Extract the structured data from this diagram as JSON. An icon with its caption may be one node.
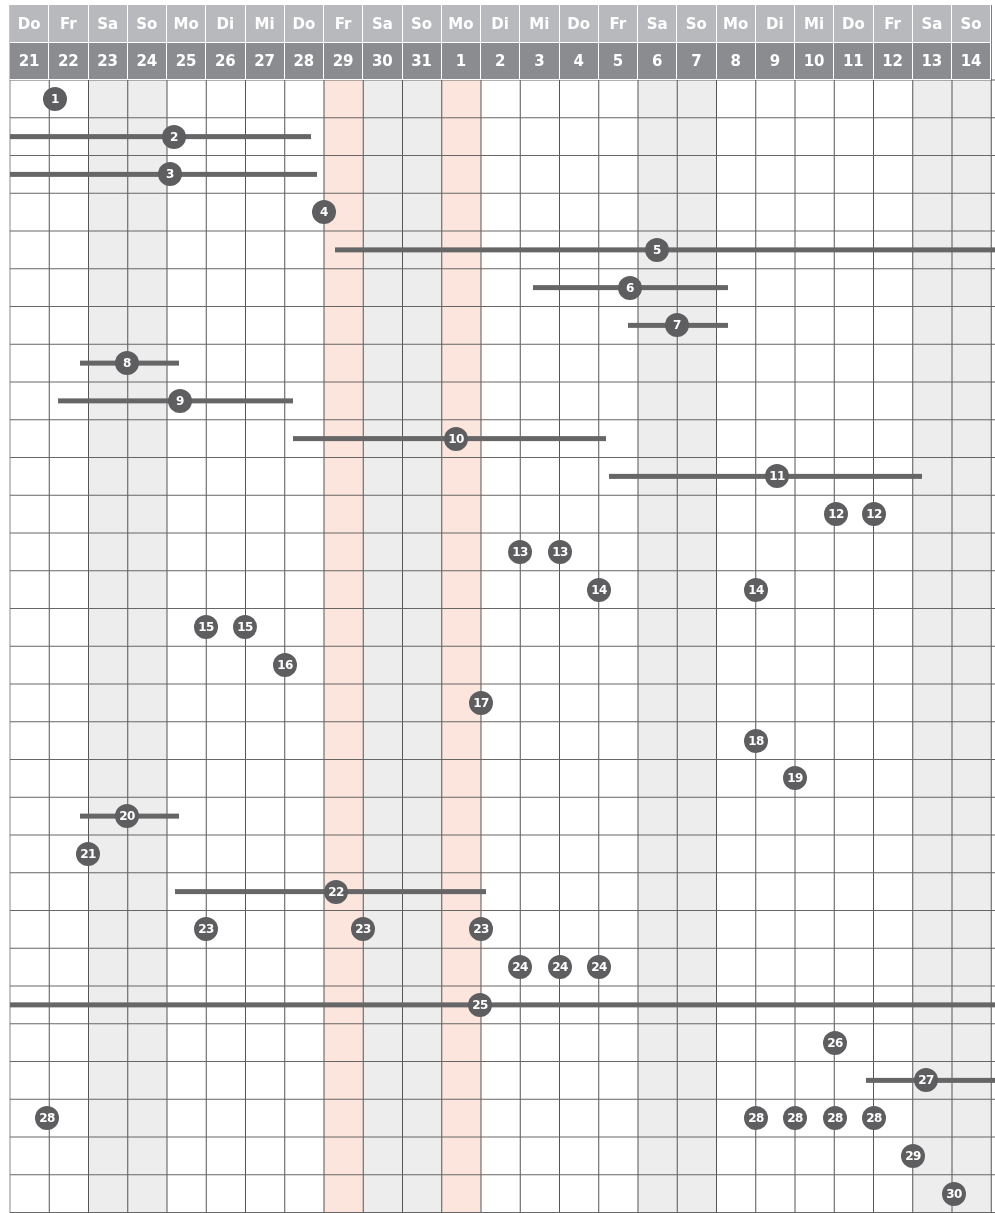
{
  "diagram": {
    "nodes": [
      {
        "text": [
          "1"
        ]
      },
      {
        "text": [
          "2"
        ]
      },
      {
        "text": [
          "3"
        ]
      },
      {
        "text": [
          "4"
        ]
      },
      {
        "text": [
          "5"
        ]
      },
      {
        "text": [
          "6"
        ]
      },
      {
        "text": [
          "7"
        ]
      },
      {
        "text": [
          "8"
        ]
      },
      {
        "text": [
          "9"
        ]
      },
      {
        "text": [
          "10"
        ]
      },
      {
        "text": [
          "11"
        ]
      },
      {
        "text": [
          "12"
        ]
      },
      {
        "text": [
          "12"
        ]
      },
      {
        "text": [
          "13"
        ]
      },
      {
        "text": [
          "13"
        ]
      },
      {
        "text": [
          "14"
        ]
      },
      {
        "text": [
          "14"
        ]
      },
      {
        "text": [
          "15"
        ]
      },
      {
        "text": [
          "15"
        ]
      },
      {
        "text": [
          "16"
        ]
      },
      {
        "text": [
          "17"
        ]
      },
      {
        "text": [
          "18"
        ]
      },
      {
        "text": [
          "19"
        ]
      },
      {
        "text": [
          "20"
        ]
      },
      {
        "text": [
          "21"
        ]
      },
      {
        "text": [
          "22"
        ]
      },
      {
        "text": [
          "23"
        ]
      },
      {
        "text": [
          "23"
        ]
      },
      {
        "text": [
          "23"
        ]
      },
      {
        "text": [
          "24"
        ]
      },
      {
        "text": [
          "24"
        ]
      },
      {
        "text": [
          "24"
        ]
      },
      {
        "text": [
          "25"
        ]
      },
      {
        "text": [
          "26"
        ]
      },
      {
        "text": [
          "27"
        ]
      },
      {
        "text": [
          "28"
        ]
      },
      {
        "text": [
          "28"
        ]
      },
      {
        "text": [
          "28"
        ]
      },
      {
        "text": [
          "28"
        ]
      },
      {
        "text": [
          "28"
        ]
      },
      {
        "text": [
          "29"
        ]
      },
      {
        "text": [
          "30"
        ]
      }
    ],
    "labels": [
      "Do",
      "Fr",
      "Sa",
      "So",
      "Mo",
      "Di",
      "Mi",
      "Do",
      "Fr",
      "Sa",
      "So",
      "Mo",
      "Di",
      "Mi",
      "Do",
      "Fr",
      "Sa",
      "So",
      "Mo",
      "Di",
      "Mi",
      "Do",
      "Fr",
      "Sa",
      "So",
      "21",
      "22",
      "23",
      "24",
      "25",
      "26",
      "27",
      "28",
      "29",
      "30",
      "31",
      "1",
      "2",
      "3",
      "4",
      "5",
      "6",
      "7",
      "8",
      "9",
      "10",
      "11",
      "12",
      "13",
      "14"
    ]
  }
}
